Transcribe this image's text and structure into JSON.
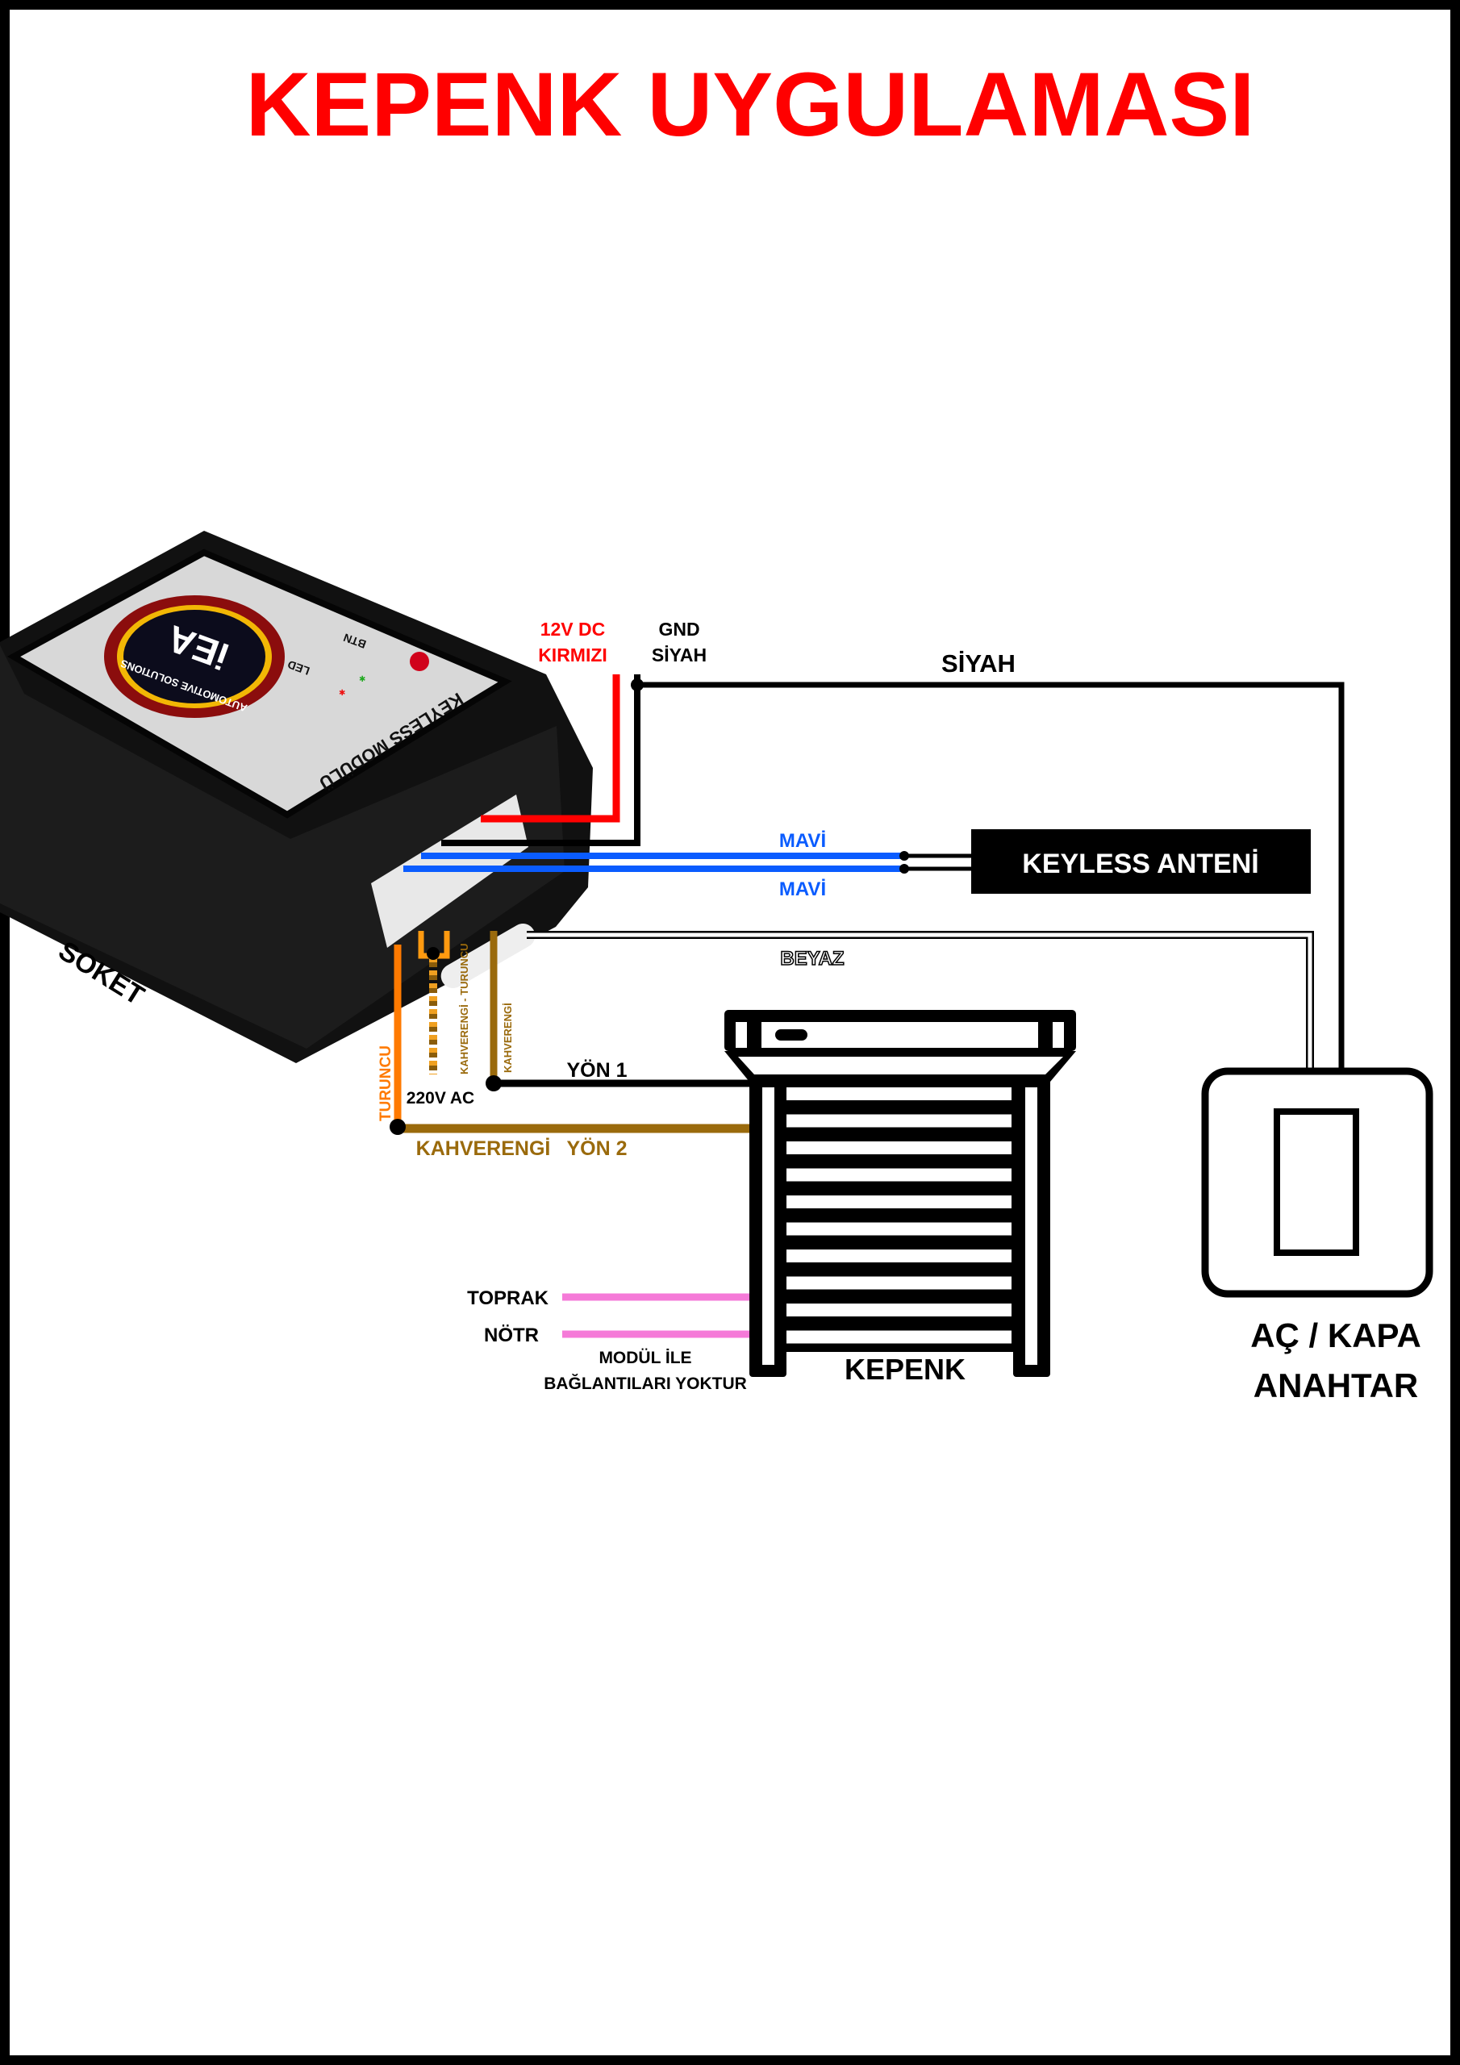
{
  "title": "KEPENK UYGULAMASI",
  "module": {
    "name": "KEYLESS MODÜLÜ",
    "btn_label": "BTN",
    "led_label": "LED",
    "logo_text": "iEA",
    "logo_subtext": "AUTOMOTIVE SOLUTIONS",
    "socket_label": "SOKET"
  },
  "wires": {
    "power_label_1": "12V DC",
    "power_label_2": "KIRMIZI",
    "gnd_label_1": "GND",
    "gnd_label_2": "SİYAH",
    "siyah": "SİYAH",
    "mavi_1": "MAVİ",
    "mavi_2": "MAVİ",
    "beyaz": "BEYAZ",
    "turuncu": "TURUNCU",
    "kahverengi_turuncu": "KAHVERENGİ - TURUNCU",
    "kahverengi_vertical": "KAHVERENGİ",
    "ac_220": "220V AC",
    "yon_1": "YÖN 1",
    "kahverengi": "KAHVERENGİ",
    "yon_2": "YÖN 2",
    "toprak": "TOPRAK",
    "notr": "NÖTR",
    "note_1": "MODÜL İLE",
    "note_2": "BAĞLANTILARI YOKTUR"
  },
  "antenna": {
    "label": "KEYLESS ANTENİ"
  },
  "shutter": {
    "label": "KEPENK"
  },
  "switch": {
    "label_1": "AÇ / KAPA",
    "label_2": "ANAHTAR"
  },
  "colors": {
    "red": "#ff0000",
    "blue": "#0a5cff",
    "orange": "#ff7a00",
    "brown": "#9a6a0c",
    "pink": "#f57ad8",
    "black": "#000000"
  }
}
